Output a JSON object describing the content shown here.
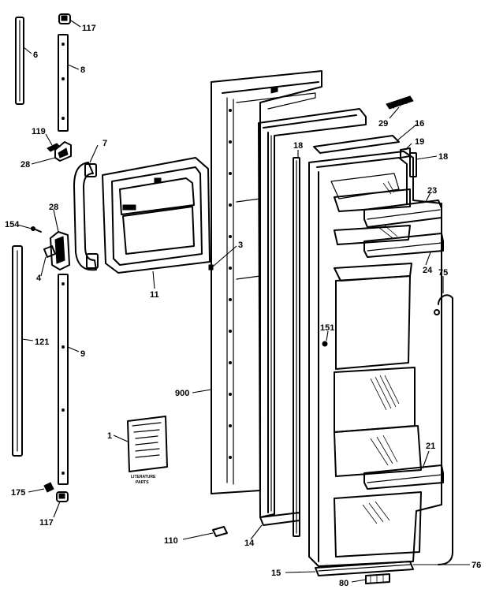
{
  "colors": {
    "ink": "#000000",
    "paper": "#ffffff"
  },
  "literature_sheet": {
    "caption_line1": "LITERATURE",
    "caption_line2": "PARTS"
  },
  "callouts": [
    {
      "id": "6",
      "label": "6"
    },
    {
      "id": "117a",
      "label": "117"
    },
    {
      "id": "8",
      "label": "8"
    },
    {
      "id": "119",
      "label": "119"
    },
    {
      "id": "28a",
      "label": "28"
    },
    {
      "id": "7",
      "label": "7"
    },
    {
      "id": "28b",
      "label": "28"
    },
    {
      "id": "154",
      "label": "154"
    },
    {
      "id": "4",
      "label": "4"
    },
    {
      "id": "11",
      "label": "11"
    },
    {
      "id": "3",
      "label": "3"
    },
    {
      "id": "121",
      "label": "121"
    },
    {
      "id": "9",
      "label": "9"
    },
    {
      "id": "900",
      "label": "900"
    },
    {
      "id": "1",
      "label": "1"
    },
    {
      "id": "175",
      "label": "175"
    },
    {
      "id": "117b",
      "label": "117"
    },
    {
      "id": "110",
      "label": "110"
    },
    {
      "id": "14",
      "label": "14"
    },
    {
      "id": "15a",
      "label": "15"
    },
    {
      "id": "80",
      "label": "80"
    },
    {
      "id": "76",
      "label": "76"
    },
    {
      "id": "29",
      "label": "29"
    },
    {
      "id": "16",
      "label": "16"
    },
    {
      "id": "19",
      "label": "19"
    },
    {
      "id": "18a",
      "label": "18"
    },
    {
      "id": "18b",
      "label": "18"
    },
    {
      "id": "23",
      "label": "23"
    },
    {
      "id": "24",
      "label": "24"
    },
    {
      "id": "75",
      "label": "75"
    },
    {
      "id": "151",
      "label": "151"
    },
    {
      "id": "21",
      "label": "21"
    }
  ]
}
